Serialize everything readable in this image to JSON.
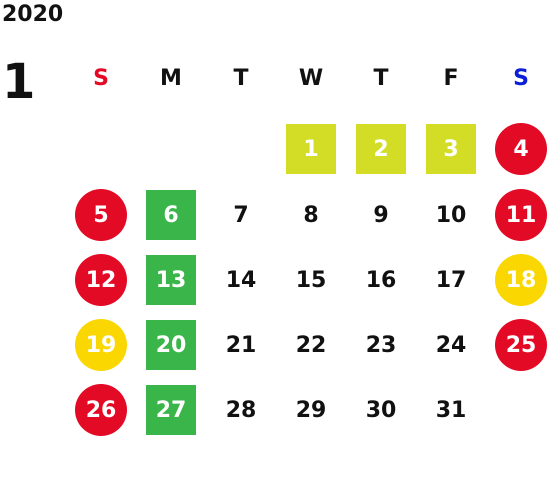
{
  "calendar": {
    "year": "2020",
    "month": "1",
    "weekdays": [
      {
        "label": "S",
        "color": "#e30a26"
      },
      {
        "label": "M",
        "color": "#111111"
      },
      {
        "label": "T",
        "color": "#111111"
      },
      {
        "label": "W",
        "color": "#111111"
      },
      {
        "label": "T",
        "color": "#111111"
      },
      {
        "label": "F",
        "color": "#111111"
      },
      {
        "label": "S",
        "color": "#0a1fd6"
      }
    ],
    "days": [
      {
        "day": "1",
        "style": "lime"
      },
      {
        "day": "2",
        "style": "lime"
      },
      {
        "day": "3",
        "style": "lime"
      },
      {
        "day": "4",
        "style": "red"
      },
      {
        "day": "5",
        "style": "red"
      },
      {
        "day": "6",
        "style": "green"
      },
      {
        "day": "7",
        "style": "plain"
      },
      {
        "day": "8",
        "style": "plain"
      },
      {
        "day": "9",
        "style": "plain"
      },
      {
        "day": "10",
        "style": "plain"
      },
      {
        "day": "11",
        "style": "red"
      },
      {
        "day": "12",
        "style": "red"
      },
      {
        "day": "13",
        "style": "green"
      },
      {
        "day": "14",
        "style": "plain"
      },
      {
        "day": "15",
        "style": "plain"
      },
      {
        "day": "16",
        "style": "plain"
      },
      {
        "day": "17",
        "style": "plain"
      },
      {
        "day": "18",
        "style": "yellow"
      },
      {
        "day": "19",
        "style": "yellow"
      },
      {
        "day": "20",
        "style": "green"
      },
      {
        "day": "21",
        "style": "plain"
      },
      {
        "day": "22",
        "style": "plain"
      },
      {
        "day": "23",
        "style": "plain"
      },
      {
        "day": "24",
        "style": "plain"
      },
      {
        "day": "25",
        "style": "red"
      },
      {
        "day": "26",
        "style": "red"
      },
      {
        "day": "27",
        "style": "green"
      },
      {
        "day": "28",
        "style": "plain"
      },
      {
        "day": "29",
        "style": "plain"
      },
      {
        "day": "30",
        "style": "plain"
      },
      {
        "day": "31",
        "style": "plain"
      }
    ],
    "first_weekday_index": 3,
    "colors": {
      "lime": "#d3dd26",
      "green": "#3ab54a",
      "red": "#e30a26",
      "yellow": "#fad700"
    }
  }
}
